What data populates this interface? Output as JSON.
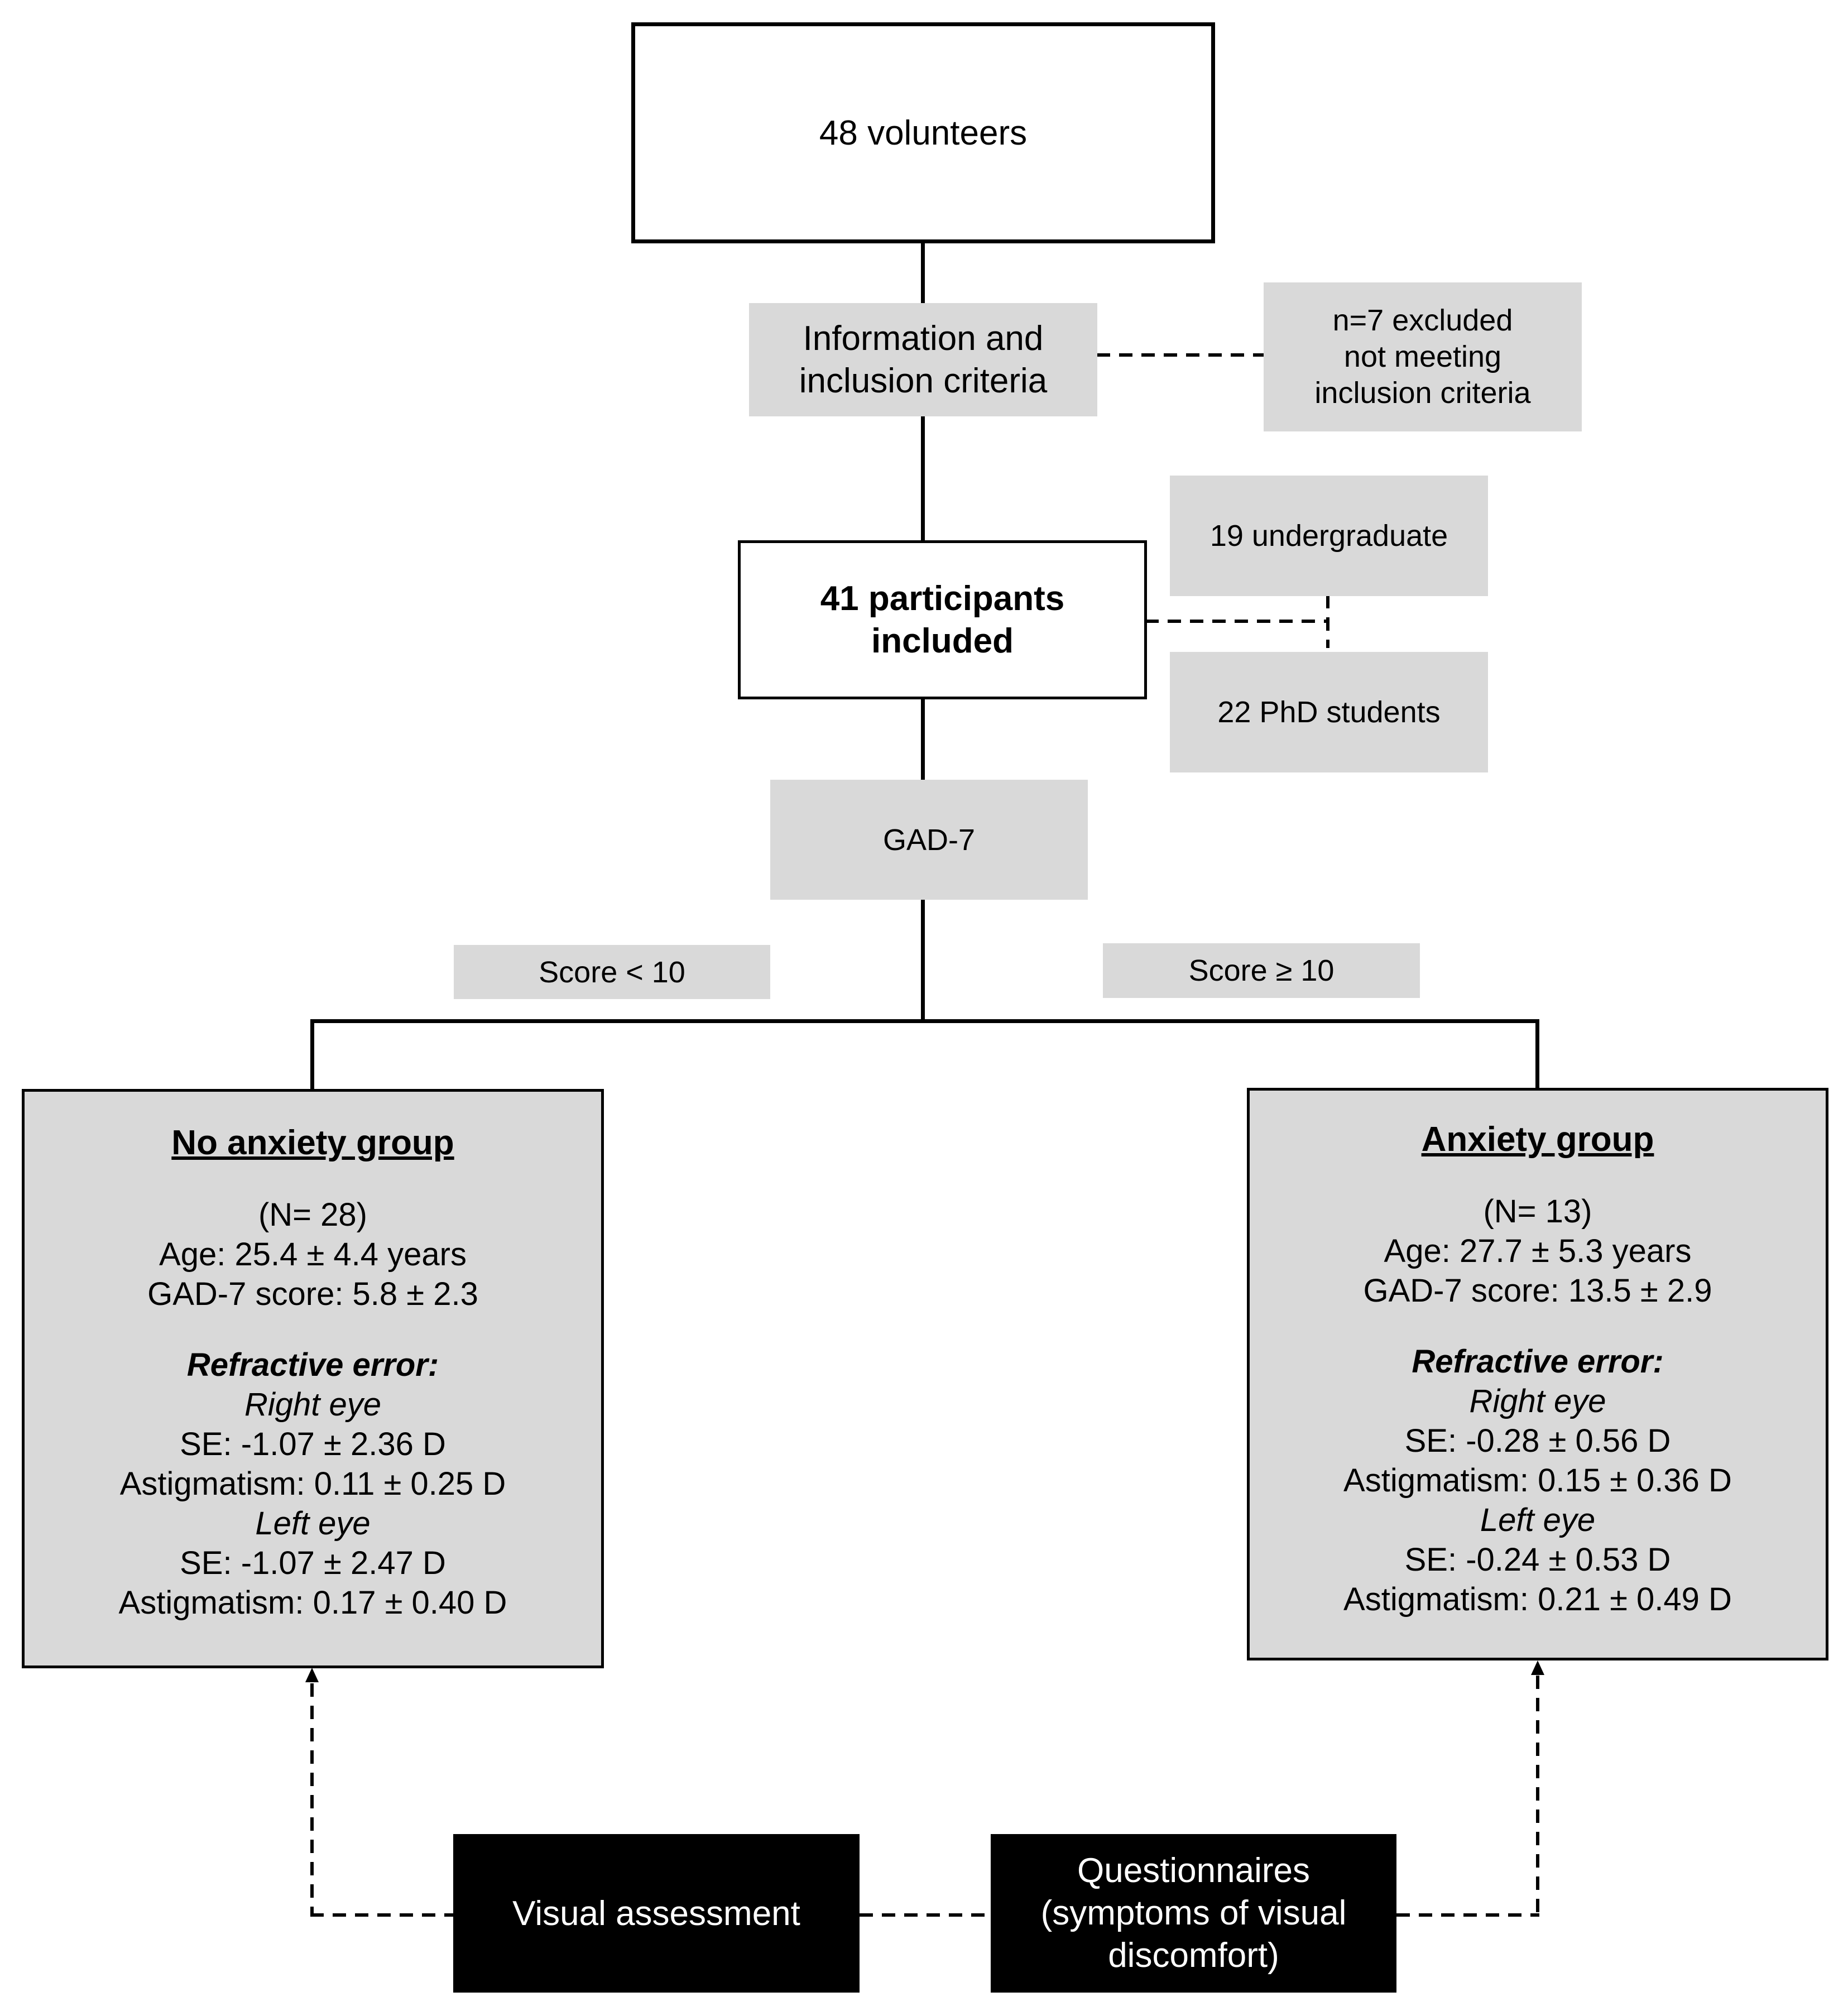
{
  "top_box": "48 volunteers",
  "info_box": [
    "Information and",
    "inclusion criteria"
  ],
  "excluded_box": [
    "n=7 excluded",
    "not meeting",
    "inclusion criteria"
  ],
  "participants_box": [
    "41 participants",
    "included"
  ],
  "undergrad_box": "19 undergraduate",
  "phd_box": "22 PhD students",
  "gad_box": "GAD-7",
  "score_low": "Score < 10",
  "score_high": "Score ≥ 10",
  "no_anxiety": {
    "title": "No anxiety group",
    "n": "(N= 28)",
    "age": "Age: 25.4 ± 4.4 years",
    "gad_score": "GAD-7 score: 5.8 ± 2.3",
    "refractive_heading": "Refractive error:",
    "right_eye": "Right eye",
    "right_se": "SE: -1.07 ± 2.36 D",
    "right_astig": "Astigmatism: 0.11 ± 0.25 D",
    "left_eye": "Left eye",
    "left_se": "SE: -1.07 ± 2.47 D",
    "left_astig": "Astigmatism: 0.17 ± 0.40 D"
  },
  "anxiety": {
    "title": "Anxiety group",
    "n": "(N= 13)",
    "age": "Age: 27.7 ± 5.3 years",
    "gad_score": "GAD-7 score: 13.5 ± 2.9",
    "refractive_heading": "Refractive error:",
    "right_eye": "Right eye",
    "right_se": "SE: -0.28 ± 0.56 D",
    "right_astig": "Astigmatism: 0.15 ± 0.36 D",
    "left_eye": "Left eye",
    "left_se": "SE: -0.24 ± 0.53 D",
    "left_astig": "Astigmatism: 0.21 ± 0.49 D"
  },
  "visual_assessment": "Visual assessment",
  "questionnaires": [
    "Questionnaires",
    "(symptoms of visual",
    "discomfort)"
  ],
  "colors": {
    "gray_fill": "#d9d9d9",
    "black_fill": "#000000",
    "line": "#000000"
  }
}
